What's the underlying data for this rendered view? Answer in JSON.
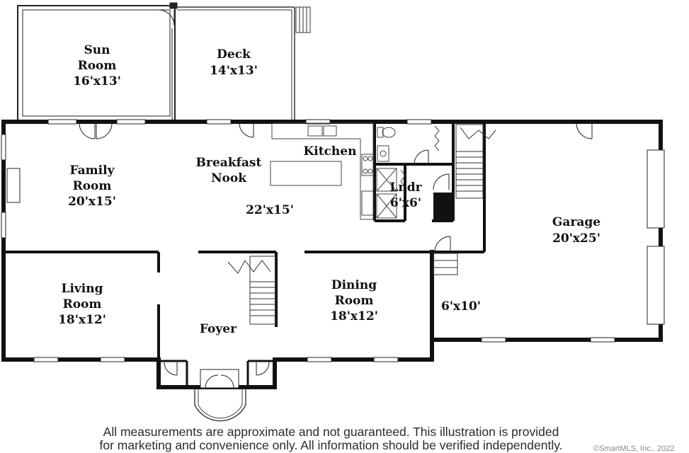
{
  "rooms": {
    "sun_room": {
      "name_line1": "Sun",
      "name_line2": "Room",
      "dims": "16'x13'"
    },
    "deck": {
      "name": "Deck",
      "dims": "14'x13'"
    },
    "family_room": {
      "name_line1": "Family",
      "name_line2": "Room",
      "dims": "20'x15'"
    },
    "breakfast_nook": {
      "name_line1": "Breakfast",
      "name_line2": "Nook",
      "dims": "22'x15'"
    },
    "kitchen": {
      "name": "Kitchen"
    },
    "laundry": {
      "name": "Lndr",
      "dims": "6'x6'"
    },
    "garage": {
      "name": "Garage",
      "dims": "20'x25'"
    },
    "living_room": {
      "name_line1": "Living",
      "name_line2": "Room",
      "dims": "18'x12'"
    },
    "foyer": {
      "name": "Foyer"
    },
    "dining_room": {
      "name_line1": "Dining",
      "name_line2": "Room",
      "dims": "18'x12'"
    },
    "mudroom": {
      "dims": "6'x10'"
    }
  },
  "footer": {
    "disclaimer_line1": "All measurements are approximate and not guaranteed. This illustration is provided",
    "disclaimer_line2": "for marketing and convenience only. All information should be verified independently.",
    "copyright": "©SmartMLS, Inc., 2022"
  }
}
